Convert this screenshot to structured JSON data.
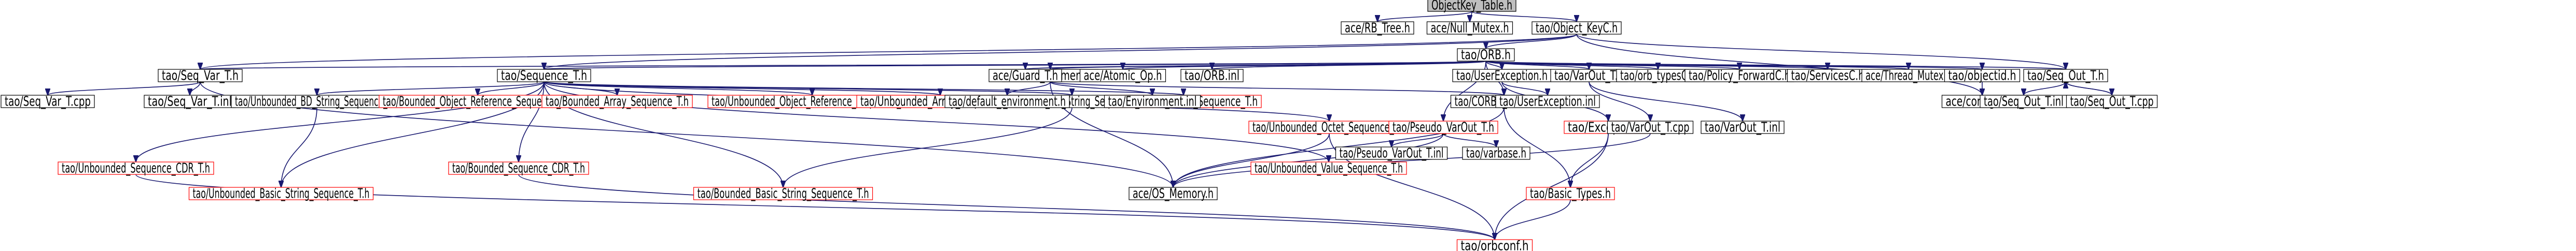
{
  "colors": {
    "edge": "#191970",
    "missing_border": "#ff0000",
    "normal_border": "#000000",
    "root_fill": "#bfbfbf"
  },
  "nodes": [
    {
      "id": "objectkey_table",
      "label": "ObjectKey_Table.h",
      "style": "root"
    },
    {
      "id": "rb_tree",
      "label": "ace/RB_Tree.h",
      "style": "plain"
    },
    {
      "id": "null_mutex",
      "label": "ace/Null_Mutex.h",
      "style": "plain"
    },
    {
      "id": "object_keyc",
      "label": "tao/Object_KeyC.h",
      "style": "plain"
    },
    {
      "id": "orb_h",
      "label": "tao/ORB.h",
      "style": "plain"
    },
    {
      "id": "seq_var_t_h",
      "label": "tao/Seq_Var_T.h",
      "style": "plain"
    },
    {
      "id": "sequence_t_h",
      "label": "tao/Sequence_T.h",
      "style": "plain"
    },
    {
      "id": "environment_h",
      "label": "tao/Environment.h",
      "style": "plain"
    },
    {
      "id": "ace_guard",
      "label": "ace/Guard_T.h",
      "style": "plain"
    },
    {
      "id": "ace_atomic",
      "label": "ace/Atomic_Op.h",
      "style": "plain"
    },
    {
      "id": "orb_inl",
      "label": "tao/ORB.inl",
      "style": "plain"
    },
    {
      "id": "user_exception_h",
      "label": "tao/UserException.h",
      "style": "plain"
    },
    {
      "id": "varout_t_h",
      "label": "tao/VarOut_T.h",
      "style": "plain"
    },
    {
      "id": "orb_typesc",
      "label": "tao/orb_typesC.h",
      "style": "plain"
    },
    {
      "id": "policy_forwardc",
      "label": "tao/Policy_ForwardC.h",
      "style": "plain"
    },
    {
      "id": "servicesc",
      "label": "tao/ServicesC.h",
      "style": "plain"
    },
    {
      "id": "thread_mutex",
      "label": "ace/Thread_Mutex.h",
      "style": "plain"
    },
    {
      "id": "objectid",
      "label": "tao/objectid.h",
      "style": "plain"
    },
    {
      "id": "seq_out_t_h",
      "label": "tao/Seq_Out_T.h",
      "style": "plain"
    },
    {
      "id": "seq_var_t_cpp",
      "label": "tao/Seq_Var_T.cpp",
      "style": "plain"
    },
    {
      "id": "seq_var_t_inl",
      "label": "tao/Seq_Var_T.inl",
      "style": "plain"
    },
    {
      "id": "unb_bd_string_seq",
      "label": "tao/Unbounded_BD_String_Sequence_T.h",
      "style": "plain"
    },
    {
      "id": "bounded_objref_seq",
      "label": "tao/Bounded_Object_Reference_Sequence_T.h",
      "style": "missing"
    },
    {
      "id": "bounded_array_seq",
      "label": "tao/Bounded_Array_Sequence_T.h",
      "style": "missing"
    },
    {
      "id": "unb_objref_seq",
      "label": "tao/Unbounded_Object_Reference_Sequence_T.h",
      "style": "missing"
    },
    {
      "id": "unb_array_seq",
      "label": "tao/Unbounded_Array_Sequence_T.h",
      "style": "missing"
    },
    {
      "id": "bounded_bd_string_seq",
      "label": "tao/Bounded_BD_String_Sequence_T.h",
      "style": "plain"
    },
    {
      "id": "bounded_value_seq",
      "label": "tao/Bounded_Value_Sequence_T.h",
      "style": "missing"
    },
    {
      "id": "default_environment",
      "label": "tao/default_environment.h",
      "style": "plain"
    },
    {
      "id": "environment_inl",
      "label": "tao/Environment.inl",
      "style": "plain"
    },
    {
      "id": "unb_octet_seq",
      "label": "tao/Unbounded_Octet_Sequence_T.h",
      "style": "missing"
    },
    {
      "id": "pseudo_varout_t_h",
      "label": "tao/Pseudo_VarOut_T.h",
      "style": "missing"
    },
    {
      "id": "corba_methods",
      "label": "tao/CORBA_methods.h",
      "style": "plain"
    },
    {
      "id": "user_exception_inl",
      "label": "tao/UserException.inl",
      "style": "plain"
    },
    {
      "id": "exception_h",
      "label": "tao/Exception.h",
      "style": "missing"
    },
    {
      "id": "varout_t_cpp",
      "label": "tao/VarOut_T.cpp",
      "style": "plain"
    },
    {
      "id": "varout_t_inl",
      "label": "tao/VarOut_T.inl",
      "style": "plain"
    },
    {
      "id": "ace_config_all",
      "label": "ace/config-all.h",
      "style": "plain"
    },
    {
      "id": "seq_out_t_inl",
      "label": "tao/Seq_Out_T.inl",
      "style": "plain"
    },
    {
      "id": "seq_out_t_cpp",
      "label": "tao/Seq_Out_T.cpp",
      "style": "plain"
    },
    {
      "id": "seq_var_t_inl_2",
      "label": "tao/Seq_Var_T.inl",
      "style": "plain"
    },
    {
      "id": "unb_sequence_cdr",
      "label": "tao/Unbounded_Sequence_CDR_T.h",
      "style": "missing"
    },
    {
      "id": "unb_basic_string_seq",
      "label": "tao/Unbounded_Basic_String_Sequence_T.h",
      "style": "missing"
    },
    {
      "id": "bounded_sequence_cdr",
      "label": "tao/Bounded_Sequence_CDR_T.h",
      "style": "missing"
    },
    {
      "id": "bounded_basic_string_seq",
      "label": "tao/Bounded_Basic_String_Sequence_T.h",
      "style": "missing"
    },
    {
      "id": "ace_os_memory",
      "label": "ace/OS_Memory.h",
      "style": "plain"
    },
    {
      "id": "unb_value_seq",
      "label": "tao/Unbounded_Value_Sequence_T.h",
      "style": "missing"
    },
    {
      "id": "pseudo_varout_t_inl",
      "label": "tao/Pseudo_VarOut_T.inl",
      "style": "plain"
    },
    {
      "id": "varbase",
      "label": "tao/varbase.h",
      "style": "plain"
    },
    {
      "id": "basic_types",
      "label": "tao/Basic_Types.h",
      "style": "missing"
    },
    {
      "id": "orbconf",
      "label": "tao/orbconf.h",
      "style": "missing"
    }
  ],
  "edges": [
    [
      "objectkey_table",
      "rb_tree"
    ],
    [
      "objectkey_table",
      "null_mutex"
    ],
    [
      "objectkey_table",
      "object_keyc"
    ],
    [
      "object_keyc",
      "orb_h"
    ],
    [
      "object_keyc",
      "seq_var_t_h"
    ],
    [
      "object_keyc",
      "sequence_t_h"
    ],
    [
      "object_keyc",
      "seq_out_t_h"
    ],
    [
      "object_keyc",
      "ace_config_all"
    ],
    [
      "orb_h",
      "seq_var_t_h"
    ],
    [
      "orb_h",
      "sequence_t_h"
    ],
    [
      "orb_h",
      "environment_h"
    ],
    [
      "orb_h",
      "ace_guard"
    ],
    [
      "orb_h",
      "ace_atomic"
    ],
    [
      "orb_h",
      "orb_inl"
    ],
    [
      "orb_h",
      "user_exception_h"
    ],
    [
      "orb_h",
      "varout_t_h"
    ],
    [
      "orb_h",
      "orb_typesc"
    ],
    [
      "orb_h",
      "policy_forwardc"
    ],
    [
      "orb_h",
      "servicesc"
    ],
    [
      "orb_h",
      "thread_mutex"
    ],
    [
      "orb_h",
      "objectid"
    ],
    [
      "orb_h",
      "seq_out_t_h"
    ],
    [
      "orb_h",
      "corba_methods"
    ],
    [
      "orb_h",
      "pseudo_varout_t_h"
    ],
    [
      "seq_var_t_h",
      "seq_var_t_cpp"
    ],
    [
      "seq_var_t_h",
      "seq_var_t_inl"
    ],
    [
      "sequence_t_h",
      "unb_bd_string_seq"
    ],
    [
      "sequence_t_h",
      "bounded_objref_seq"
    ],
    [
      "sequence_t_h",
      "bounded_array_seq"
    ],
    [
      "sequence_t_h",
      "unb_objref_seq"
    ],
    [
      "sequence_t_h",
      "unb_array_seq"
    ],
    [
      "sequence_t_h",
      "bounded_bd_string_seq"
    ],
    [
      "sequence_t_h",
      "bounded_value_seq"
    ],
    [
      "sequence_t_h",
      "unb_octet_seq"
    ],
    [
      "sequence_t_h",
      "unb_sequence_cdr"
    ],
    [
      "sequence_t_h",
      "bounded_sequence_cdr"
    ],
    [
      "sequence_t_h",
      "unb_value_seq"
    ],
    [
      "sequence_t_h",
      "unb_basic_string_seq"
    ],
    [
      "sequence_t_h",
      "bounded_basic_string_seq"
    ],
    [
      "environment_h",
      "default_environment"
    ],
    [
      "environment_h",
      "environment_inl"
    ],
    [
      "environment_h",
      "corba_methods"
    ],
    [
      "environment_h",
      "ace_os_memory"
    ],
    [
      "user_exception_h",
      "user_exception_inl"
    ],
    [
      "user_exception_h",
      "exception_h"
    ],
    [
      "varout_t_h",
      "varout_t_cpp"
    ],
    [
      "varout_t_h",
      "varout_t_inl"
    ],
    [
      "objectid",
      "ace_config_all"
    ],
    [
      "seq_out_t_h",
      "seq_out_t_inl"
    ],
    [
      "seq_out_t_h",
      "seq_out_t_cpp"
    ],
    [
      "seq_out_t_cpp",
      "seq_out_t_h"
    ],
    [
      "unb_bd_string_seq",
      "unb_basic_string_seq"
    ],
    [
      "bounded_bd_string_seq",
      "bounded_basic_string_seq"
    ],
    [
      "unb_octet_seq",
      "ace_os_memory"
    ],
    [
      "unb_octet_seq",
      "orbconf"
    ],
    [
      "pseudo_varout_t_h",
      "pseudo_varout_t_inl"
    ],
    [
      "pseudo_varout_t_h",
      "varbase"
    ],
    [
      "pseudo_varout_t_h",
      "ace_os_memory"
    ],
    [
      "corba_methods",
      "basic_types"
    ],
    [
      "corba_methods",
      "ace_os_memory"
    ],
    [
      "exception_h",
      "basic_types"
    ],
    [
      "exception_h",
      "orbconf"
    ],
    [
      "unb_sequence_cdr",
      "orbconf"
    ],
    [
      "bounded_sequence_cdr",
      "orbconf"
    ],
    [
      "basic_types",
      "orbconf"
    ],
    [
      "seq_var_t_h",
      "ace_os_memory"
    ],
    [
      "varout_t_cpp",
      "ace_os_memory"
    ]
  ]
}
